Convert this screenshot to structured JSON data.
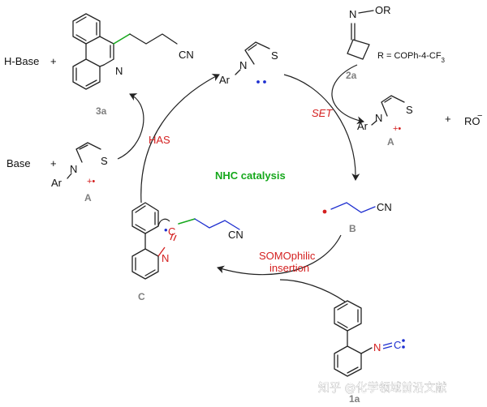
{
  "diagram": {
    "center_label": "NHC catalysis",
    "steps": {
      "has": "HAS",
      "set": "SET",
      "somophilic_1": "SOMOphilic",
      "somophilic_2": "insertion"
    },
    "reagents": {
      "hbase": "H-Base",
      "plus": "+",
      "base": "Base",
      "ro_minus": "RO",
      "minus": "−",
      "or_group": "OR",
      "r_def": "R = COPh-4-CF",
      "r_def_sub": "3"
    },
    "atoms": {
      "n": "N",
      "s": "S",
      "ar": "Ar",
      "cn": "CN",
      "c": "C",
      "radical": "•",
      "plus_dot": "+•"
    },
    "compounds": {
      "c3a": "3a",
      "c2a": "2a",
      "cA": "A",
      "cA2": "A",
      "cB": "B",
      "cC": "C",
      "c1a": "1a"
    },
    "watermark": "知乎 @化学领域前沿文献",
    "colors": {
      "red": "#d42020",
      "blue": "#1e2fd0",
      "green": "#16a81c",
      "label_gray": "#7f7f7f"
    }
  }
}
